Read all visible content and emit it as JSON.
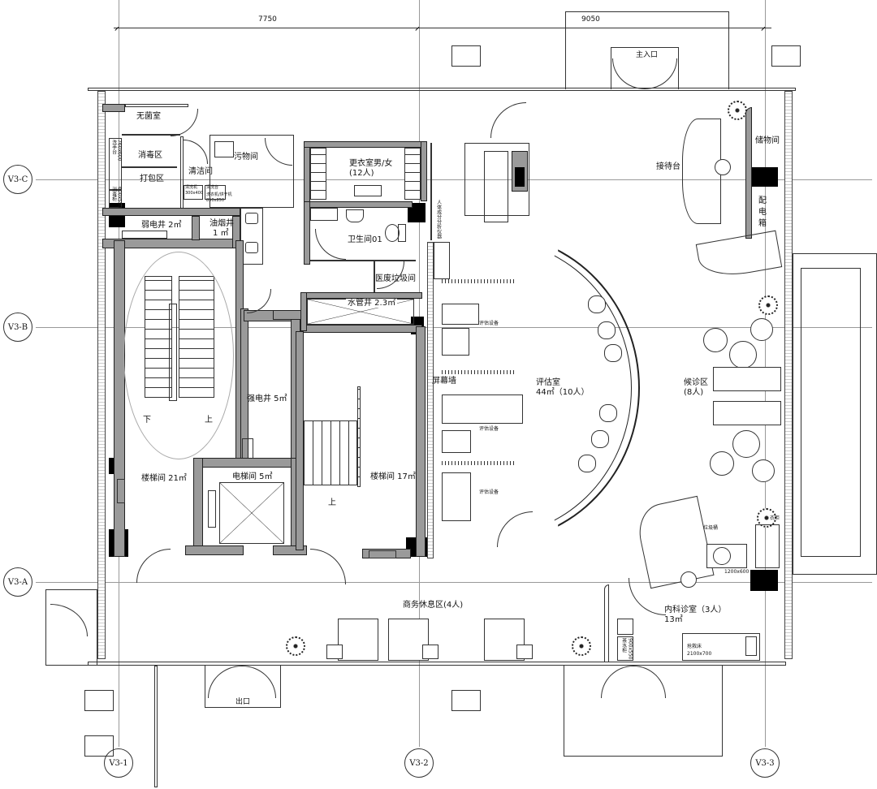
{
  "dimensions": {
    "left": "7750",
    "right": "9050"
  },
  "axes": {
    "v3c": "V3-C",
    "v3b": "V3-B",
    "v3a": "V3-A",
    "v31": "V3-1",
    "v32": "V3-2",
    "v33": "V3-3"
  },
  "rooms": {
    "main_entrance": "主入口",
    "exit": "出口",
    "sterile_room": "无菌室",
    "disinfection_area": "消毒区",
    "packing_area": "打包区",
    "cleaning_room": "清洁间",
    "dirty_room": "污物间",
    "locker_room": "更衣室男/女",
    "locker_room_cap": "(12人)",
    "weak_shaft": "弱电井 2㎡",
    "oil_shaft": "油烟井",
    "oil_shaft_area": "1 ㎡",
    "toilet": "卫生间01",
    "medical_waste": "医废垃圾间",
    "water_shaft": "水管井 2.3㎡",
    "strong_shaft": "强电井 5㎡",
    "stair_21": "楼梯间 21㎡",
    "stair_17": "楼梯间 17㎡",
    "elevator": "电梯间 5㎡",
    "screen_wall": "屏幕墙",
    "assessment_room": "评估室",
    "assessment_room_cap": "44㎡（10人）",
    "reception": "接待台",
    "storage": "储物间",
    "dist_box_1": "配",
    "dist_box_2": "电",
    "dist_box_3": "箱",
    "waiting_area": "候诊区",
    "waiting_area_cap": "(8人)",
    "lounge": "商务休息区(4人)",
    "internal_med": "内科诊室（3人）",
    "internal_med_area": "13㎡",
    "rescue_bed": "抢救床",
    "rescue_bed_size": "2100x700",
    "desk_size": "1200x600",
    "waste_bin": "垃圾桶",
    "wardrobe": "衣柜",
    "up_1": "上",
    "up_2": "上",
    "down_1": "下"
  },
  "small_labels": {
    "eval_equip_1": "评估设备",
    "eval_equip_2": "评估设备",
    "eval_equip_3": "评估设备",
    "body_analyzer": "人体成分分析仪器",
    "washer_1": "清洗机",
    "washer_1_size": "300x400",
    "washer_2": "清洗台",
    "washer_dryer": "洗衣机/烘干机",
    "washer_dryer_size": "850x850",
    "sink_1": "洗手台",
    "sink_1_size": "760x600",
    "sink_2": "消毒柜",
    "sink_2_size": "600x550",
    "tea_table": "茶水柜",
    "tea_table_size": "900x550"
  }
}
